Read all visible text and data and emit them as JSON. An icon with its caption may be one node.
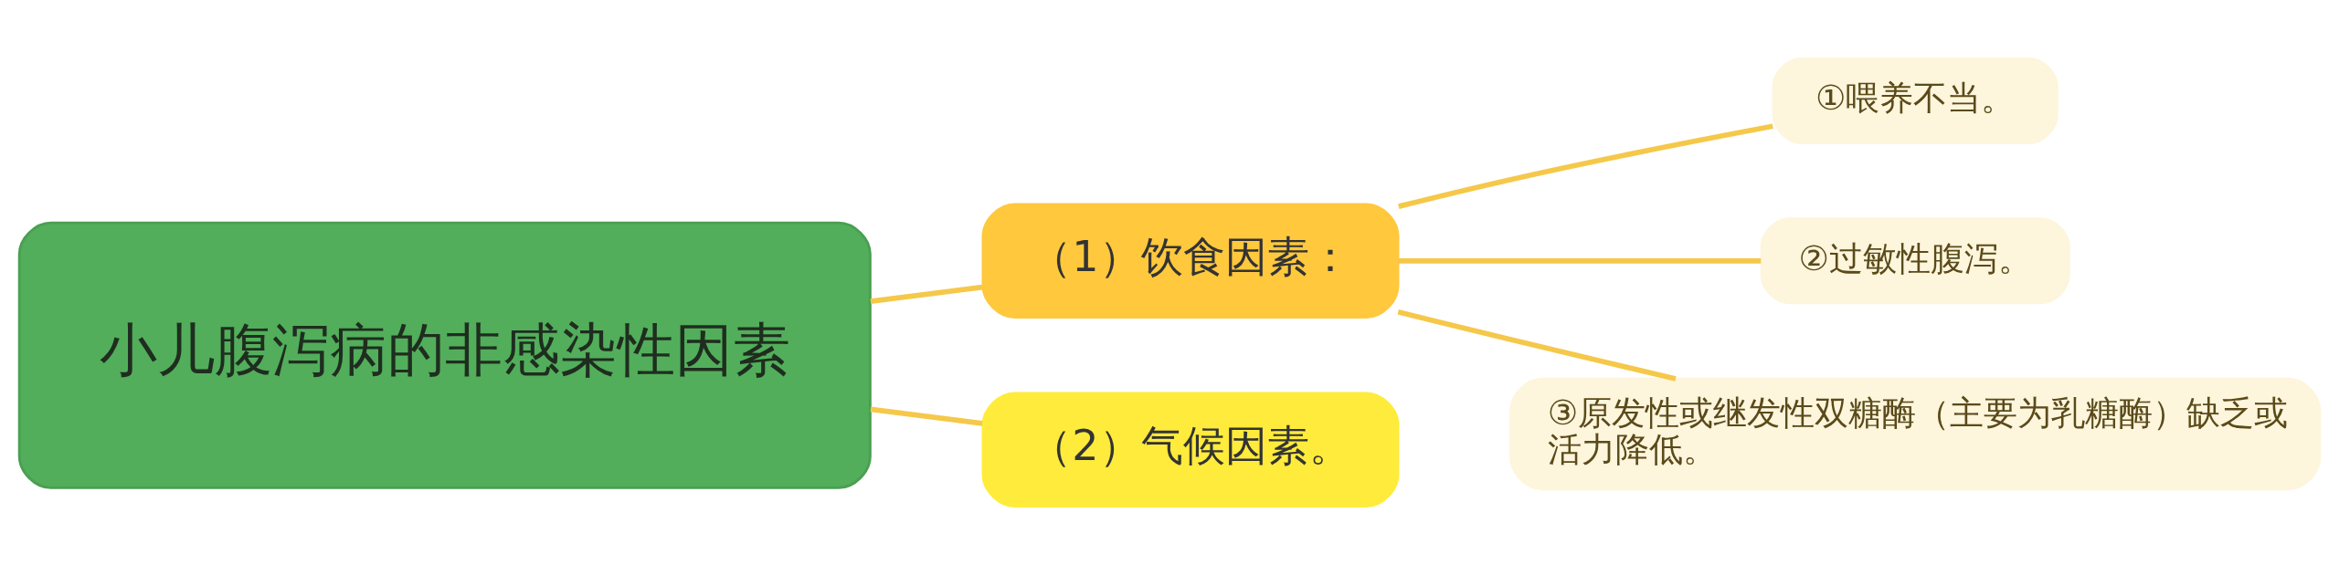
{
  "diagram": {
    "nodes": [
      {
        "text": [
          "小儿腹泻病的非感染性因素"
        ]
      },
      {
        "text": [
          "（1）饮食因素："
        ]
      },
      {
        "text": [
          "①喂养不当。"
        ]
      },
      {
        "text": [
          "②过敏性腹泻。"
        ]
      },
      {
        "text": [
          "③原发性或继发性双糖酶（主要为乳糖酶）缺乏或活力降低。"
        ]
      },
      {
        "text": [
          "（2）气候因素。"
        ]
      }
    ],
    "edges": [
      {
        "from": 0,
        "to": 1,
        "arrow": "none"
      },
      {
        "from": 1,
        "to": 2,
        "arrow": "none"
      },
      {
        "from": 1,
        "to": 3,
        "arrow": "none"
      },
      {
        "from": 1,
        "to": 4,
        "arrow": "none"
      },
      {
        "from": 0,
        "to": 5,
        "arrow": "none"
      }
    ]
  }
}
